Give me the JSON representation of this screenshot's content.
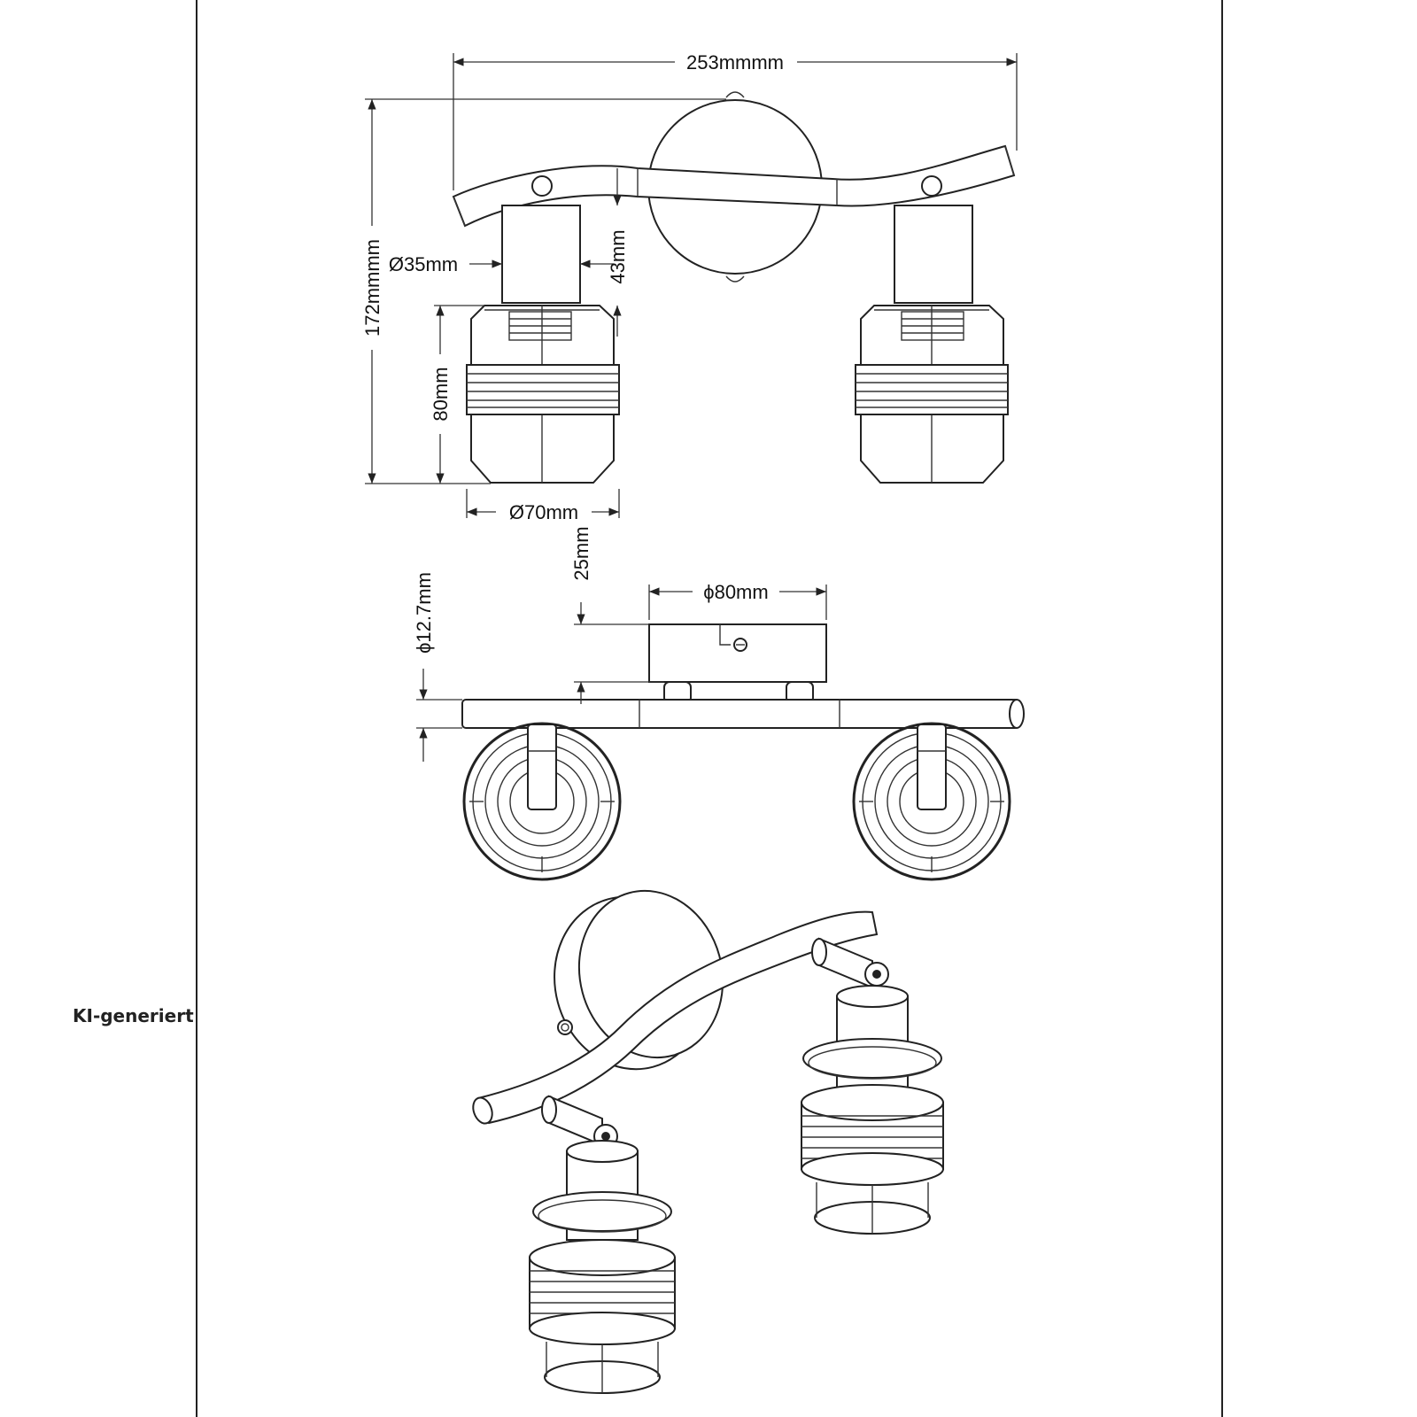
{
  "dimensions": {
    "total_width": "253mmmm",
    "total_height": "172mmmm",
    "socket_diameter": "Ø35mm",
    "socket_height": "43mm",
    "shade_height": "80mm",
    "shade_diameter": "Ø70mm",
    "canopy_height": "25mm",
    "canopy_diameter": "ϕ80mm",
    "bar_diameter": "ϕ12.7mm"
  },
  "badge": "KI-generiert"
}
